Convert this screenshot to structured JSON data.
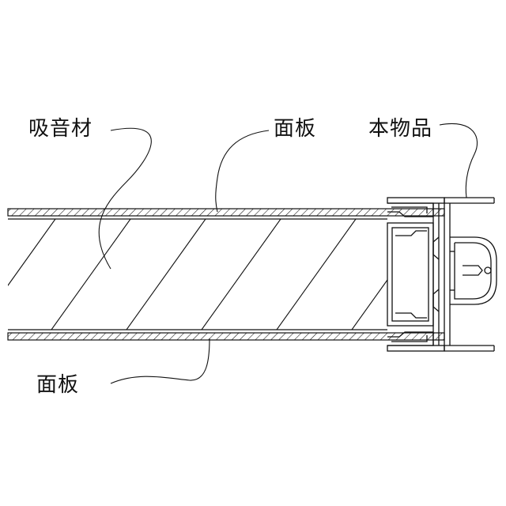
{
  "labels": {
    "absorber": "吸音材",
    "face_top": "面板",
    "product": "本物品",
    "face_bottom": "面板"
  }
}
